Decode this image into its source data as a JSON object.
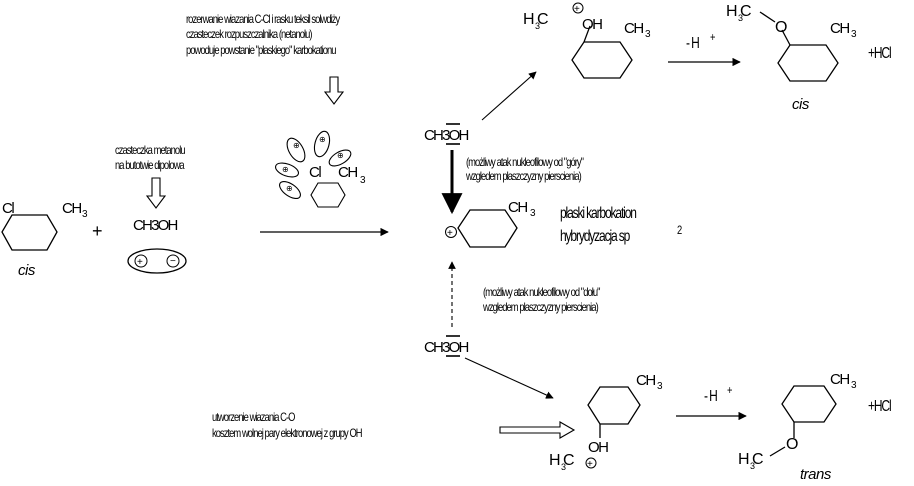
{
  "notes": {
    "top": [
      "rozerwanie wiazania C-Cl i rasku teksil solwdiży",
      "czasteczek rozpuszczalnika (netanolu)",
      "powoduje powstanie \"płaskiego\" karbokationu"
    ],
    "left": [
      "czasteczka metanolu",
      "na butotwie dipolowa"
    ],
    "bottom": [
      "utworzenie wiazania C-O",
      "kosztem wolnej pary elektronowej z grupy OH"
    ],
    "top_attack": [
      "(możliwy atak nukleofilowy od \"góry\"",
      "wzgledem płaszczyzny pierscienia)"
    ],
    "bottom_attack": [
      "(możliwy atak nukleofilowy od \"dołu\"",
      "wzgledem płaszczyzny pierscienia)"
    ],
    "carbocation": [
      "płaski karbokation",
      "hybrydyzacja sp"
    ]
  },
  "labels": {
    "cis_left": "cis",
    "cis_product": "cis",
    "trans_product": "trans",
    "minus_h_top": "- H",
    "minus_h_bottom": "- H",
    "plus_sign": "+",
    "plus_hcl_top": "+HCl",
    "plus_hcl_bottom": "+HCl",
    "superscript_plus": "+",
    "superscript_2": "2"
  },
  "groups": {
    "cl": "Cl",
    "ch3": "CH",
    "sub3": "3",
    "methanol": "CH3OH",
    "h3c": "H C",
    "o": "O",
    "oh": "OH",
    "h3c_oplus": "H C",
    "plus_circle": "⊕",
    "minus_circle": "⊖"
  }
}
